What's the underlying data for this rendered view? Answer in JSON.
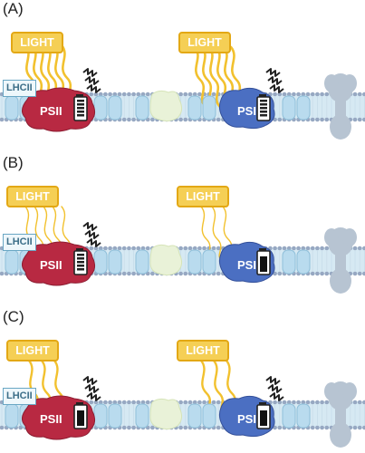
{
  "panels": [
    {
      "label": "(A)",
      "light_intensity": "high",
      "psii_battery": "full",
      "psi_battery": "full"
    },
    {
      "label": "(B)",
      "light_intensity": "low",
      "psii_battery": "full",
      "psi_battery": "empty"
    },
    {
      "label": "(C)",
      "light_intensity": "medium",
      "psii_battery": "empty",
      "psi_battery": "empty"
    }
  ],
  "labels": {
    "light": "LIGHT",
    "lhcii": "LHCII",
    "psii": "PSII",
    "psi": "PSI"
  },
  "colors": {
    "light": "#f5c63a",
    "psii": "#b82942",
    "psi": "#4b6fc2",
    "membrane": "#a9cfe4",
    "head": "#97a8c2",
    "atp_synthase": "#b7c4d2",
    "cytb6f": "#e6efd4"
  }
}
